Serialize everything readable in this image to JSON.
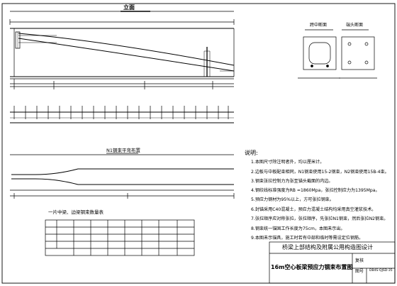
{
  "views": {
    "elevation": "立面",
    "mid_section": "跨中断面",
    "end_section": "端头断面",
    "strand_plan": "N1钢束平弯布置"
  },
  "notes": {
    "heading": "说明:",
    "items": [
      "1.本图尺寸除注明者外，均以厘米计。",
      "2.边板与中板配束相同，N1钢束使用15-2钢束，N2钢束使用15B-4束。",
      "3.钢束张拉控制力为张至锚头截面的内边。",
      "4.钢绞线标准强度为RB =1860Mpa，张拉控制应力为1395Mpa。",
      "5.预应力钢材为95%以上，方可张拉钢束。",
      "6.封锚采用C40混凝土，预应力混凝土结构均采用真空灌浆技术。",
      "7.张拉顺序应对称张拉，张拉顺序，先张拉N1钢束，然后张拉N2钢束。",
      "8.钢束统一锚固工作长度为75cm，本图未示出。",
      "9.本图未示锚具，施工时若有中部和临时等需设定位钢筋。"
    ]
  },
  "table": {
    "title": "一片中梁、边梁钢束数量表"
  },
  "title_block": {
    "project": "桥梁上部结构及附属公用构造图设计",
    "drawing_title": "16m空心板梁预应力钢束布置图",
    "review_label": "复核",
    "drawing_number_label": "图号",
    "drawing_code": "DB4S-QJSD-35"
  }
}
